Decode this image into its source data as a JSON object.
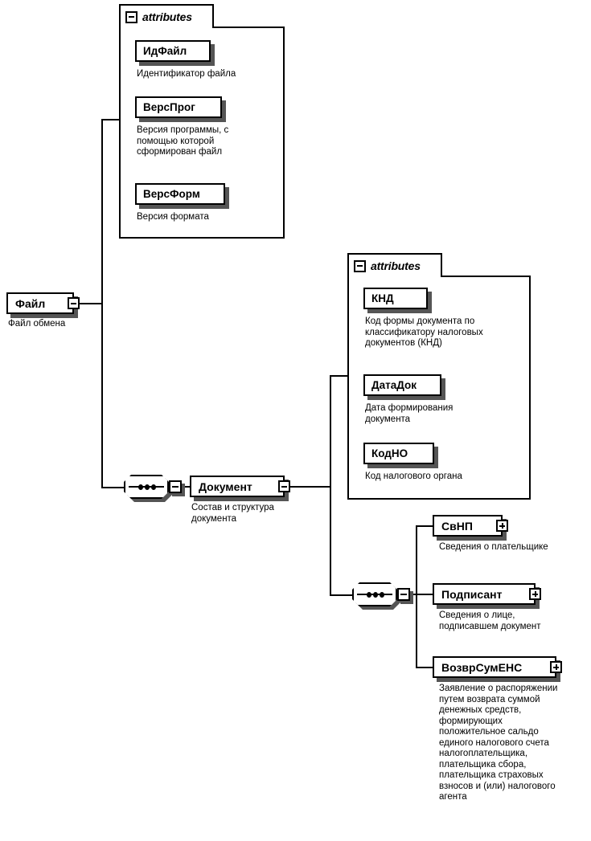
{
  "diagram": {
    "title": "XML Schema tree: Файл",
    "type": "xsd-tree",
    "toggle_collapse": "-",
    "toggle_expand": "+"
  },
  "attributes_panel_file": {
    "label": "attributes",
    "toggle": "-",
    "items": [
      {
        "name": "ИдФайл",
        "desc": "Идентификатор файла"
      },
      {
        "name": "ВерсПрог",
        "desc": "Версия программы, с\nпомощью которой\nсформирован файл"
      },
      {
        "name": "ВерсФорм",
        "desc": "Версия формата"
      }
    ]
  },
  "attributes_panel_document": {
    "label": "attributes",
    "toggle": "-",
    "items": [
      {
        "name": "КНД",
        "desc": "Код формы документа по\nклассификатору налоговых\nдокументов (КНД)"
      },
      {
        "name": "ДатаДок",
        "desc": "Дата формирования\nдокумента"
      },
      {
        "name": "КодНО",
        "desc": "Код налогового органа"
      }
    ]
  },
  "root": {
    "name": "Файл",
    "desc": "Файл обмена",
    "toggle": "-"
  },
  "document": {
    "name": "Документ",
    "desc": "Состав и структура\nдокумента",
    "toggle": "-"
  },
  "children": [
    {
      "name": "СвНП",
      "desc": "Сведения о плательщике",
      "toggle": "+"
    },
    {
      "name": "Подписант",
      "desc": "Сведения о лице,\nподписавшем документ",
      "toggle": "+"
    },
    {
      "name": "ВозврСумЕНС",
      "desc": "Заявление о распоряжении\nпутем возврата суммой\nденежных средств,\nформирующих\nположительное сальдо\nединого налогового счета\nналогоплательщика,\nплательщика сбора,\nплательщика страховых\nвзносов и (или) налогового\nагента",
      "toggle": "+"
    }
  ]
}
